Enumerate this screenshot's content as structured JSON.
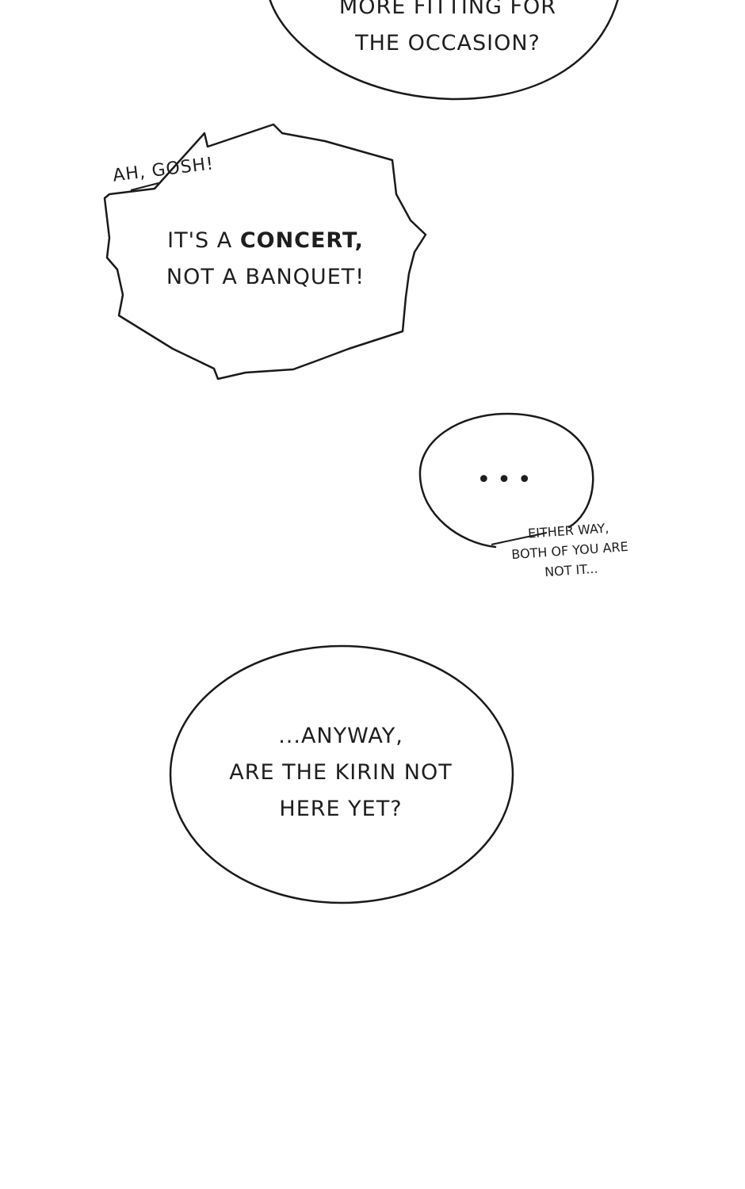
{
  "bubbles": {
    "top": {
      "line1": "MORE FITTING FOR",
      "line2": "THE OCCASION?"
    },
    "shout": {
      "aside": "AH, GOSH!",
      "line1_before": "IT'S A",
      "line1_bold": "CONCERT,",
      "line2": "NOT A BANQUET!"
    },
    "ellipsis": {
      "dots": "•••",
      "aside_line1": "EITHER WAY,",
      "aside_line2": "BOTH OF YOU ARE",
      "aside_line3": "NOT IT..."
    },
    "question": {
      "line1": "...ANYWAY,",
      "line2": "ARE THE KIRIN NOT",
      "line3": "HERE YET?"
    }
  }
}
